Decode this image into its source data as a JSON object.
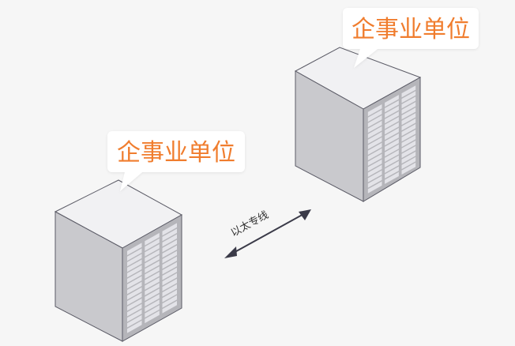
{
  "buildings": [
    {
      "label": "企事业单位"
    },
    {
      "label": "企事业单位"
    }
  ],
  "connection": {
    "label": "以太专线"
  },
  "colors": {
    "background": "#f6f6f6",
    "label_text": "#f07d2e",
    "bubble_fill": "#ffffff",
    "building_top": "#f1f1f3",
    "building_left": "#c9c9cd",
    "building_right": "#b3b3b8",
    "building_edge": "#5b5b66",
    "window": "#e3e3e8",
    "link_line": "#3a3a48",
    "link_text": "#333333"
  }
}
